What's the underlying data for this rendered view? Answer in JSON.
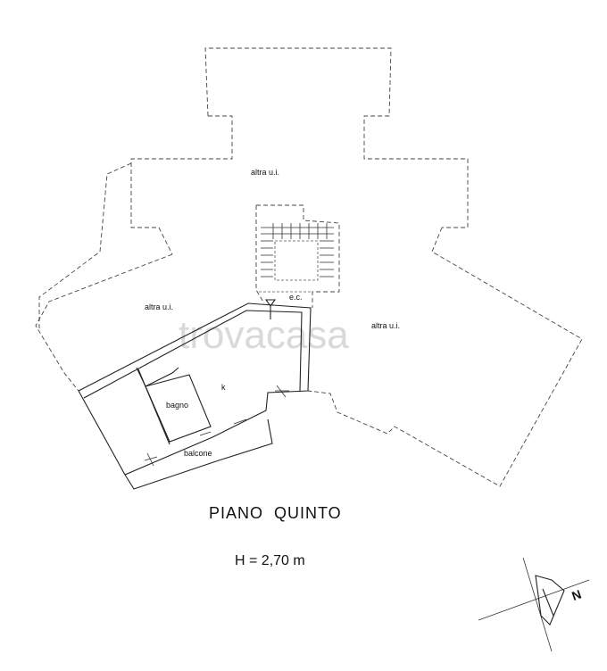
{
  "labels": {
    "altra_ui_top": "altra u.i.",
    "altra_ui_left": "altra u.i.",
    "altra_ui_right": "altra u.i.",
    "ec": "e.c.",
    "k": "k",
    "bagno": "bagno",
    "balcone": "balcone"
  },
  "watermark": "trovacasa",
  "title": "PIANO  QUINTO",
  "height_note": "H = 2,70 m",
  "north_label": "N"
}
